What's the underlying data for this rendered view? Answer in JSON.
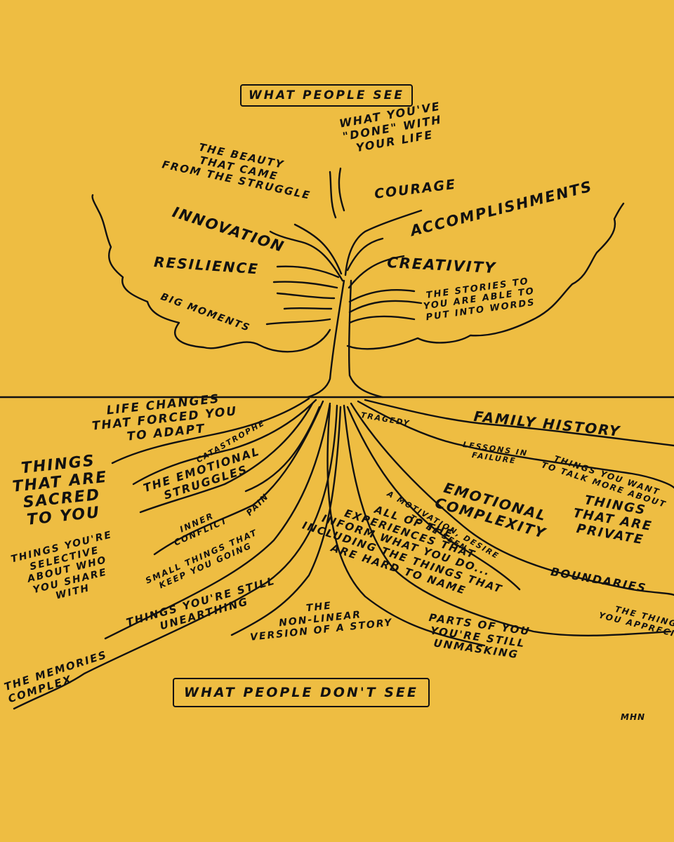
{
  "background_color": "#EEBD42",
  "ink_color": "#111111",
  "above_ground": {
    "header": "WHAT PEOPLE SEE",
    "labels": [
      "THE BEAUTY\nTHAT CAME\nFROM THE STRUGGLE",
      "WHAT YOU'VE\n\"DONE\" WITH\nYOUR LIFE",
      "COURAGE",
      "INNOVATION",
      "ACCOMPLISHMENTS",
      "RESILIENCE",
      "CREATIVITY",
      "BIG MOMENTS",
      "THE STORIES TO\nYOU ARE ABLE TO\nPUT INTO WORDS"
    ]
  },
  "below_ground": {
    "header": "WHAT PEOPLE DON'T SEE",
    "labels": [
      "LIFE CHANGES\nTHAT FORCED YOU\nTO ADAPT",
      "FAMILY HISTORY",
      "TRAGEDY",
      "CATASTROPHE",
      "LESSONS IN\nFAILURE",
      "THINGS YOU WANT\nTO TALK MORE ABOUT",
      "THINGS\nTHAT ARE\nSACRED\nTO YOU",
      "THE EMOTIONAL\nSTRUGGLES",
      "EMOTIONAL\nCOMPLEXITY",
      "THINGS\nTHAT ARE\nPRIVATE",
      "A MOTIVATION, DESIRE\nTO BE SEEN",
      "INNER\nCONFLICT",
      "PAIN",
      "ALL OF THE\nEXPERIENCES THAT\nINFORM WHAT YOU DO...\nINCLUDING THE THINGS THAT\nARE HARD TO NAME",
      "THINGS YOU'RE\nSELECTIVE\nABOUT WHO\nYOU SHARE\nWITH",
      "SMALL THINGS THAT\nKEEP YOU GOING",
      "BOUNDARIES",
      "THE THINGS\nYOU APPRECIATE",
      "THINGS YOU'RE STILL\nUNEARTHING",
      "THE\nNON-LINEAR\nVERSION OF A STORY",
      "PARTS OF YOU\nYOU'RE STILL\nUNMASKING",
      "THE MEMORIES\nCOMPLEX"
    ]
  },
  "signature": "MHN"
}
